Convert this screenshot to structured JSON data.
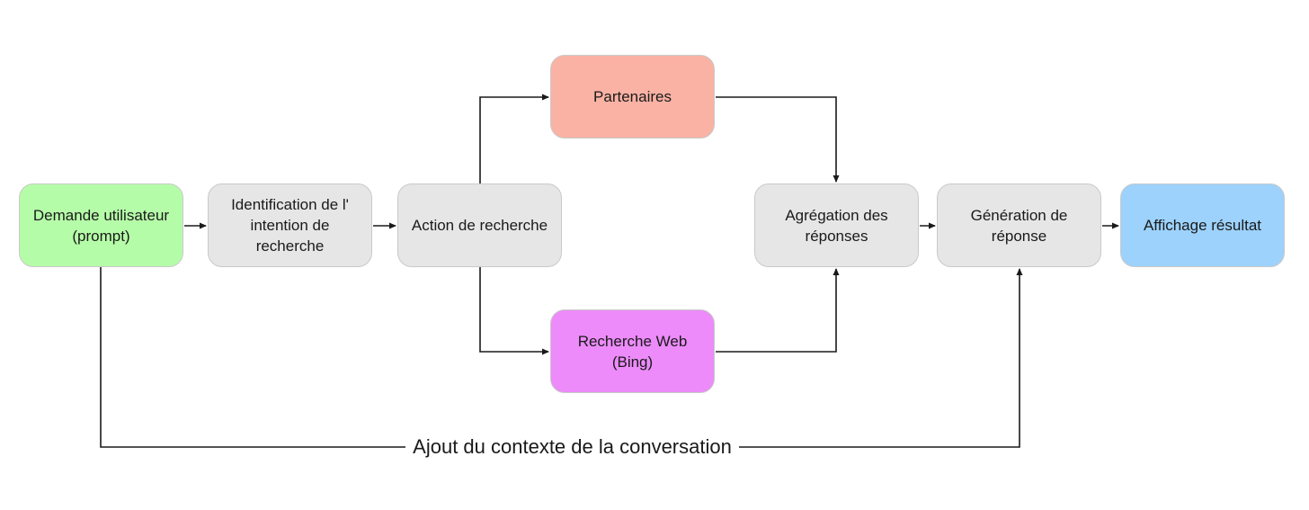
{
  "nodes": {
    "user": {
      "label": "Demande utilisateur (prompt)",
      "color": "#b5fca8"
    },
    "intent": {
      "label": "Identification de l' intention de recherche",
      "color": "#e6e6e6"
    },
    "action": {
      "label": "Action de recherche",
      "color": "#e6e6e6"
    },
    "partner": {
      "label": "Partenaires",
      "color": "#f9b2a4"
    },
    "web": {
      "label": "Recherche Web (Bing)",
      "color": "#ec8bf9"
    },
    "agg": {
      "label": "Agrégation des réponses",
      "color": "#e6e6e6"
    },
    "gen": {
      "label": "Génération de réponse",
      "color": "#e6e6e6"
    },
    "result": {
      "label": "Affichage résultat",
      "color": "#9cd2fc"
    }
  },
  "context_edge": {
    "label": "Ajout du contexte de la conversation"
  },
  "colors": {
    "line": "#1a1a1a",
    "border": "#c9c9c9"
  }
}
